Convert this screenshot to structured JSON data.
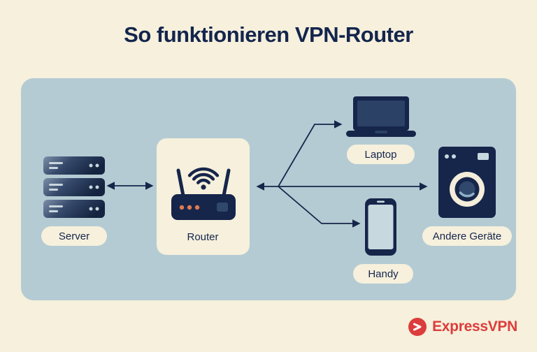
{
  "title": "So funktionieren VPN-Router",
  "labels": {
    "server": "Server",
    "router": "Router",
    "laptop": "Laptop",
    "other_devices": "Andere Geräte",
    "phone": "Handy"
  },
  "brand": {
    "name": "ExpressVPN"
  },
  "colors": {
    "background": "#F6F0DC",
    "panel": "#B4CBD3",
    "ink": "#14254D",
    "pill": "#F6F0DC",
    "router_dots": "#DC7A52",
    "brand_red": "#DD3C3C"
  }
}
